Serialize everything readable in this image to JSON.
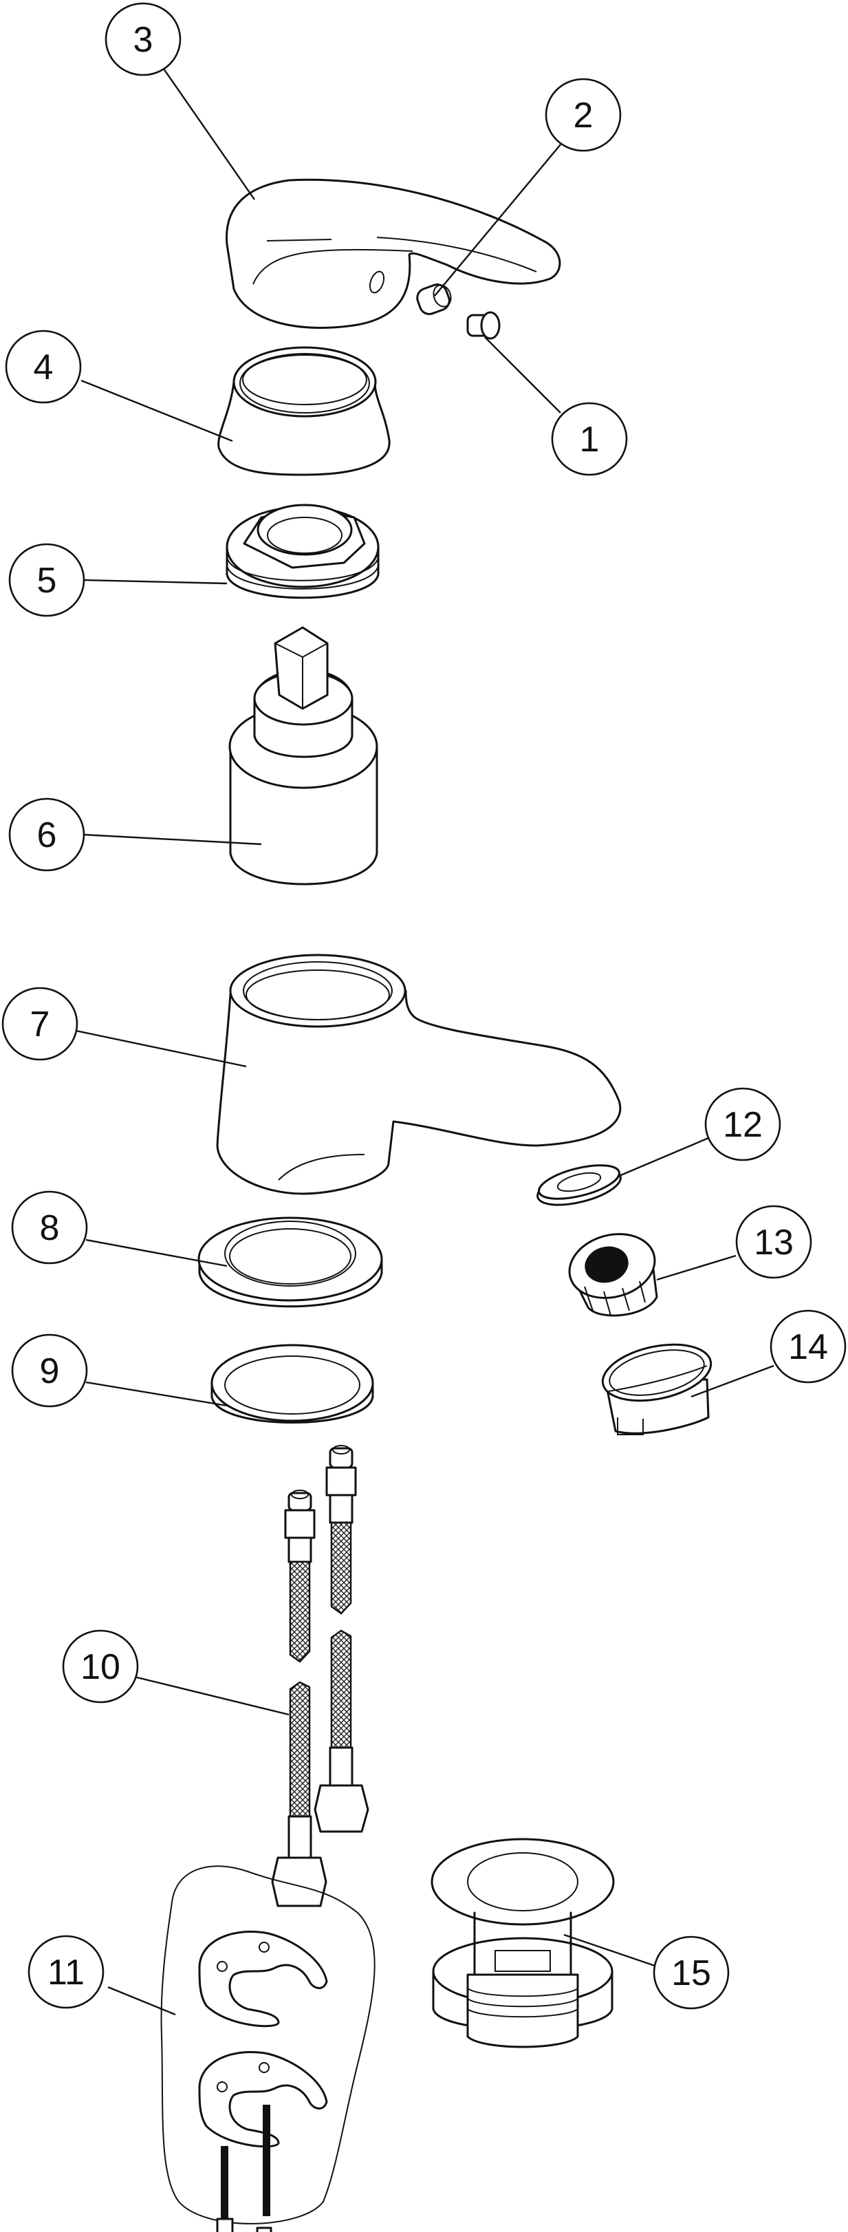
{
  "diagram": {
    "type": "exploded-parts-diagram",
    "subject": "single-lever basin mixer tap",
    "callouts": [
      {
        "id": "1",
        "label": "1",
        "part": "cap-plug"
      },
      {
        "id": "2",
        "label": "2",
        "part": "grub-screw"
      },
      {
        "id": "3",
        "label": "3",
        "part": "lever-handle"
      },
      {
        "id": "4",
        "label": "4",
        "part": "shroud-cover"
      },
      {
        "id": "5",
        "label": "5",
        "part": "cartridge-retaining-nut"
      },
      {
        "id": "6",
        "label": "6",
        "part": "ceramic-cartridge"
      },
      {
        "id": "7",
        "label": "7",
        "part": "tap-body"
      },
      {
        "id": "8",
        "label": "8",
        "part": "base-collar"
      },
      {
        "id": "9",
        "label": "9",
        "part": "base-gasket"
      },
      {
        "id": "10",
        "label": "10",
        "part": "flexible-hoses"
      },
      {
        "id": "11",
        "label": "11",
        "part": "fixing-kit"
      },
      {
        "id": "12",
        "label": "12",
        "part": "aerator-washer"
      },
      {
        "id": "13",
        "label": "13",
        "part": "aerator-insert"
      },
      {
        "id": "14",
        "label": "14",
        "part": "aerator-housing"
      },
      {
        "id": "15",
        "label": "15",
        "part": "basin-waste"
      }
    ]
  }
}
